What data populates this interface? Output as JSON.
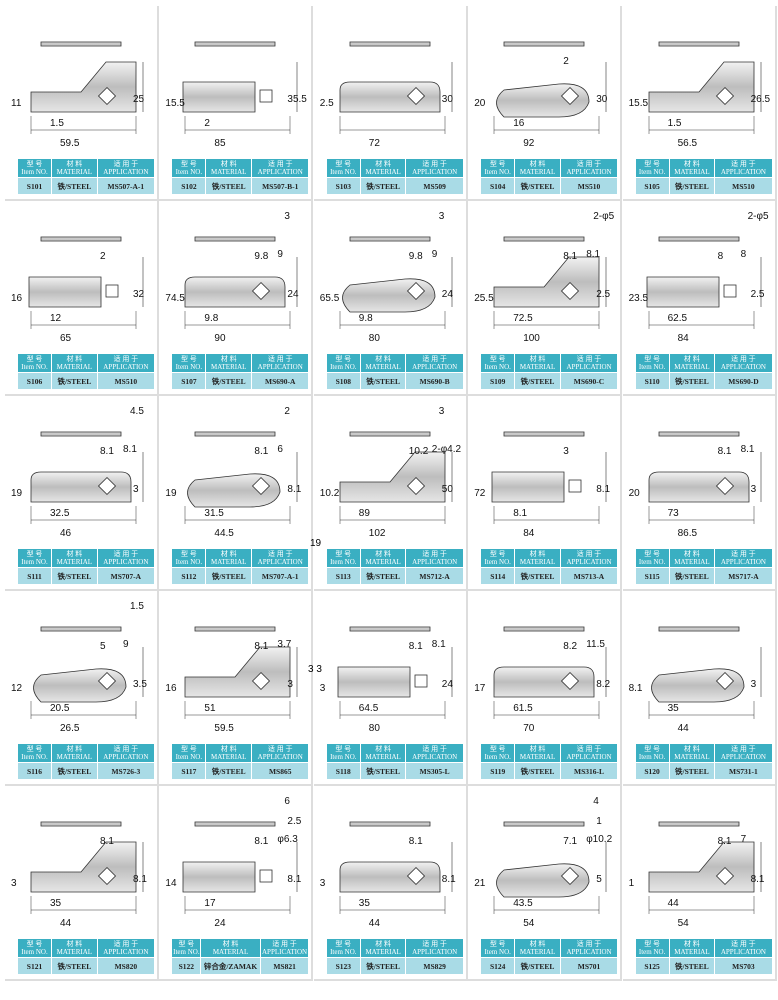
{
  "header": {
    "item_cn": "型 号",
    "item_en": "Item NO.",
    "material_cn": "材 料",
    "material_en": "MATERIAL",
    "app_cn": "适 用 于",
    "app_en": "APPLICATION"
  },
  "stray_labels": [
    "19",
    "3 3"
  ],
  "cells": [
    {
      "item": "S101",
      "material": "铁/STEEL",
      "app": "MS507-A-1",
      "dims": [
        "59.5",
        "25",
        "11",
        "1.5"
      ]
    },
    {
      "item": "S102",
      "material": "铁/STEEL",
      "app": "MS507-B-1",
      "dims": [
        "85",
        "35.5",
        "15.5",
        "2"
      ]
    },
    {
      "item": "S103",
      "material": "铁/STEEL",
      "app": "MS509",
      "dims": [
        "72",
        "30",
        "2.5"
      ]
    },
    {
      "item": "S104",
      "material": "铁/STEEL",
      "app": "MS510",
      "dims": [
        "92",
        "30",
        "20",
        "16",
        "2"
      ]
    },
    {
      "item": "S105",
      "material": "铁/STEEL",
      "app": "MS510",
      "dims": [
        "56.5",
        "26.5",
        "15.5",
        "1.5"
      ]
    },
    {
      "item": "S106",
      "material": "铁/STEEL",
      "app": "MS510",
      "dims": [
        "65",
        "32",
        "16",
        "12",
        "2"
      ]
    },
    {
      "item": "S107",
      "material": "铁/STEEL",
      "app": "MS690-A",
      "dims": [
        "90",
        "24",
        "74.5",
        "9.8",
        "9.8",
        "9",
        "3"
      ]
    },
    {
      "item": "S108",
      "material": "铁/STEEL",
      "app": "MS690-B",
      "dims": [
        "80",
        "24",
        "65.5",
        "9.8",
        "9.8",
        "9",
        "3"
      ]
    },
    {
      "item": "S109",
      "material": "铁/STEEL",
      "app": "MS690-C",
      "dims": [
        "100",
        "2.5",
        "25.5",
        "72.5",
        "8.1",
        "8.1",
        "2-φ5"
      ]
    },
    {
      "item": "S110",
      "material": "铁/STEEL",
      "app": "MS690-D",
      "dims": [
        "84",
        "2.5",
        "23.5",
        "62.5",
        "8",
        "8",
        "2-φ5"
      ]
    },
    {
      "item": "S111",
      "material": "铁/STEEL",
      "app": "MS707-A",
      "dims": [
        "46",
        "3",
        "19",
        "32.5",
        "8.1",
        "8.1",
        "4.5"
      ]
    },
    {
      "item": "S112",
      "material": "铁/STEEL",
      "app": "MS707-A-1",
      "dims": [
        "44.5",
        "8.1",
        "19",
        "31.5",
        "8.1",
        "6",
        "2"
      ]
    },
    {
      "item": "S113",
      "material": "铁/STEEL",
      "app": "MS712-A",
      "dims": [
        "102",
        "50",
        "10.2",
        "89",
        "10.2",
        "2-φ4.2",
        "3"
      ]
    },
    {
      "item": "S114",
      "material": "铁/STEEL",
      "app": "MS713-A",
      "dims": [
        "84",
        "8.1",
        "72",
        "8.1",
        "3"
      ]
    },
    {
      "item": "S115",
      "material": "铁/STEEL",
      "app": "MS717-A",
      "dims": [
        "86.5",
        "3",
        "20",
        "73",
        "8.1",
        "8.1"
      ]
    },
    {
      "item": "S116",
      "material": "铁/STEEL",
      "app": "MS726-3",
      "dims": [
        "26.5",
        "3.5",
        "12",
        "20.5",
        "5",
        "9",
        "1.5"
      ]
    },
    {
      "item": "S117",
      "material": "铁/STEEL",
      "app": "MS865",
      "dims": [
        "59.5",
        "3",
        "16",
        "51",
        "8.1",
        "3.7"
      ]
    },
    {
      "item": "S118",
      "material": "铁/STEEL",
      "app": "MS305-L",
      "dims": [
        "80",
        "24",
        "3",
        "64.5",
        "8.1",
        "8.1"
      ]
    },
    {
      "item": "S119",
      "material": "铁/STEEL",
      "app": "MS316-L",
      "dims": [
        "70",
        "8.2",
        "17",
        "61.5",
        "8.2",
        "11.5"
      ]
    },
    {
      "item": "S120",
      "material": "铁/STEEL",
      "app": "MS731-1",
      "dims": [
        "44",
        "3",
        "8.1",
        "35"
      ]
    },
    {
      "item": "S121",
      "material": "铁/STEEL",
      "app": "MS820",
      "dims": [
        "44",
        "8.1",
        "3",
        "35",
        "8.1"
      ]
    },
    {
      "item": "S122",
      "material": "锌合金/ZAMAK",
      "app": "MS821",
      "dims": [
        "24",
        "8.1",
        "14",
        "17",
        "8.1",
        "φ6.3",
        "6",
        "2.5"
      ]
    },
    {
      "item": "S123",
      "material": "铁/STEEL",
      "app": "MS829",
      "dims": [
        "44",
        "8.1",
        "3",
        "35",
        "8.1"
      ]
    },
    {
      "item": "S124",
      "material": "铁/STEEL",
      "app": "MS701",
      "dims": [
        "54",
        "5",
        "21",
        "43.5",
        "7.1",
        "φ10.2",
        "4",
        "1"
      ]
    },
    {
      "item": "S125",
      "material": "铁/STEEL",
      "app": "MS703",
      "dims": [
        "54",
        "8.1",
        "1",
        "44",
        "8.1",
        "7"
      ]
    }
  ]
}
